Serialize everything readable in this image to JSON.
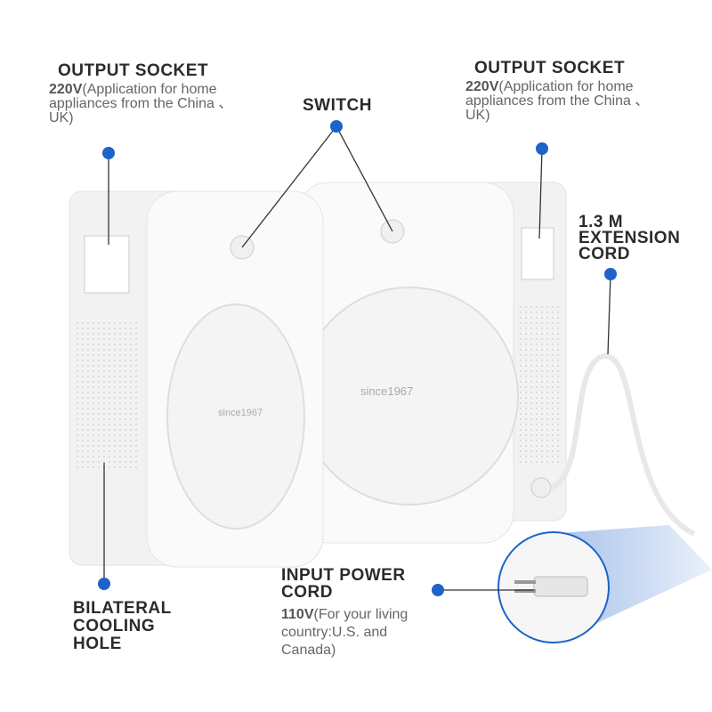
{
  "labels": {
    "output_socket_left": {
      "title": "OUTPUT SOCKET",
      "voltage": "220V",
      "description": "(Application for home appliances from the China 、UK)"
    },
    "output_socket_right": {
      "title": "OUTPUT SOCKET",
      "voltage": "220V",
      "description": "(Application for home appliances from the China 、UK)"
    },
    "switch": {
      "title": "SWITCH"
    },
    "extension_cord": {
      "title": "1.3 M EXTENSION CORD"
    },
    "cooling_hole": {
      "title": "BILATERAL COOLING HOLE"
    },
    "input_power_cord": {
      "title": "INPUT POWER CORD",
      "voltage": "110V",
      "description": "(For your living country:U.S. and Canada)"
    }
  },
  "product": {
    "logo_text": "since1967"
  },
  "colors": {
    "accent": "#1e63c8",
    "highlight": "#9ab8e8"
  }
}
